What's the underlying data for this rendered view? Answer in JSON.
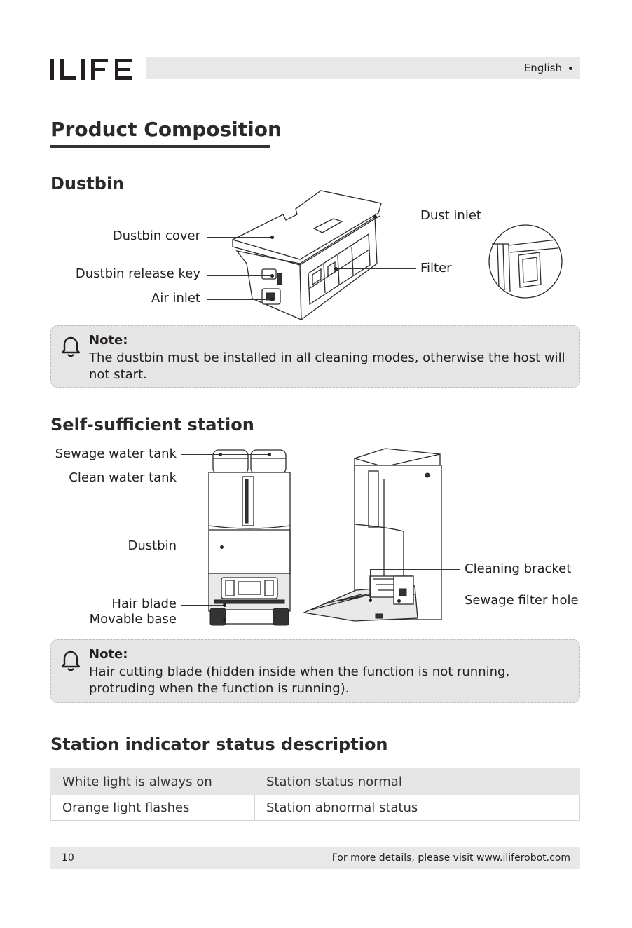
{
  "header": {
    "brand": "ILIFE",
    "language": "English"
  },
  "page_title": "Product Composition",
  "dustbin": {
    "heading": "Dustbin",
    "labels": {
      "dustbin_cover": "Dustbin cover",
      "release_key": "Dustbin release key",
      "air_inlet": "Air inlet",
      "dust_inlet": "Dust inlet",
      "filter": "Filter"
    },
    "note": {
      "title": "Note:",
      "text": "The dustbin must be installed in all cleaning modes, otherwise the host will not start."
    }
  },
  "station": {
    "heading": "Self-sufficient station",
    "labels": {
      "sewage_tank": "Sewage water tank",
      "clean_tank": "Clean water tank",
      "dustbin": "Dustbin",
      "hair_blade": "Hair blade",
      "movable_base": "Movable base",
      "cleaning_bracket": "Cleaning bracket",
      "sewage_filter_hole": "Sewage filter hole"
    },
    "note": {
      "title": "Note:",
      "text": "Hair cutting blade (hidden inside when the function is not running, protruding when the function is running)."
    }
  },
  "indicator": {
    "heading": "Station indicator status description",
    "rows": [
      {
        "light": "White light is always on",
        "status": "Station status normal"
      },
      {
        "light": "Orange light flashes",
        "status": "Station abnormal status"
      }
    ]
  },
  "footer": {
    "page_number": "10",
    "more_details": "For more details, please visit www.iliferobot.com"
  }
}
